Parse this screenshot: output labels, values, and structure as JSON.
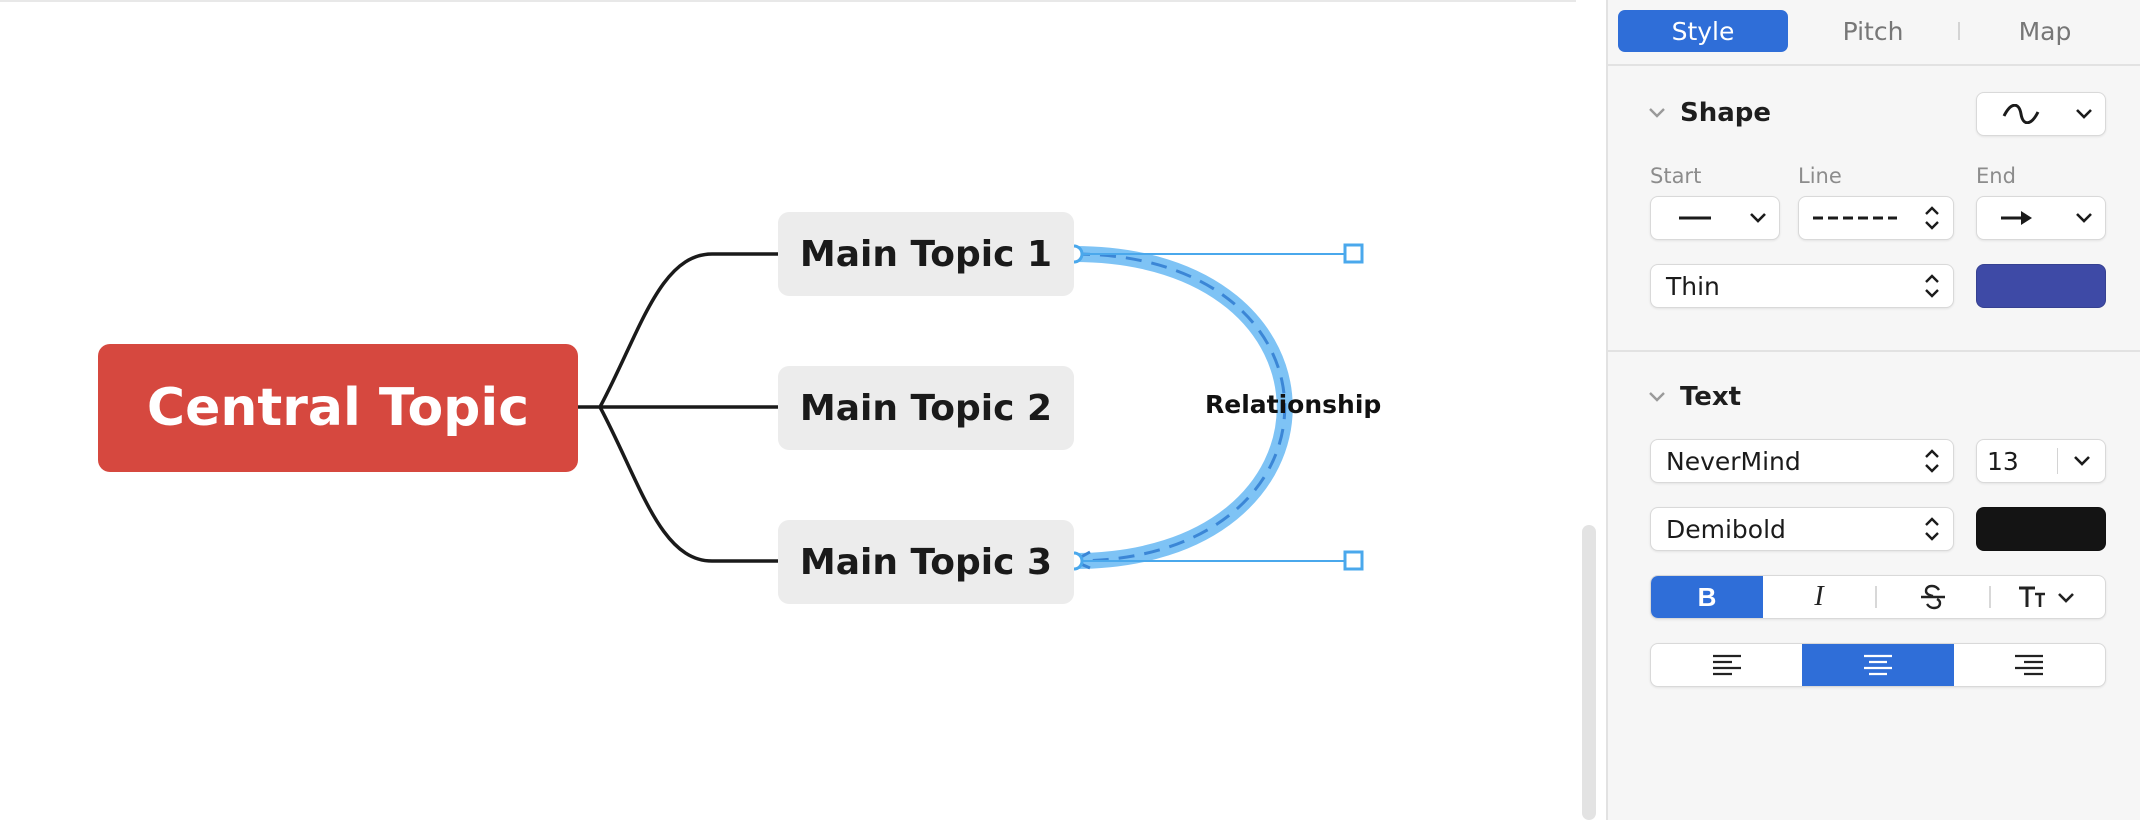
{
  "canvas": {
    "central_topic": "Central Topic",
    "main_topics": [
      "Main Topic 1",
      "Main Topic 2",
      "Main Topic 3"
    ],
    "relationship_label": "Relationship",
    "colors": {
      "central_fill": "#d6483f",
      "topic_fill": "#ececec",
      "connector": "#1a1a1a",
      "relationship_highlight": "#7ec3f5",
      "relationship_line": "#3b86d6"
    }
  },
  "panel": {
    "tabs": [
      {
        "label": "Style",
        "active": true
      },
      {
        "label": "Pitch",
        "active": false
      },
      {
        "label": "Map",
        "active": false
      }
    ],
    "shape": {
      "title": "Shape",
      "shape_dropdown_icon": "wave-line-icon",
      "start_label": "Start",
      "line_label": "Line",
      "end_label": "End",
      "start_icon": "solid-line-icon",
      "line_icon": "dashed-line-icon",
      "end_icon": "arrow-right-icon",
      "thickness_value": "Thin",
      "line_color": "#3e4aa6"
    },
    "text": {
      "title": "Text",
      "font_family": "NeverMind",
      "font_size": "13",
      "font_weight": "Demibold",
      "text_color": "#141414",
      "bold_label": "B",
      "italic_label": "I",
      "strike_icon": "strikethrough-icon",
      "text_case_icon": "text-case-icon",
      "bold_active": true,
      "align_active": "center"
    }
  }
}
